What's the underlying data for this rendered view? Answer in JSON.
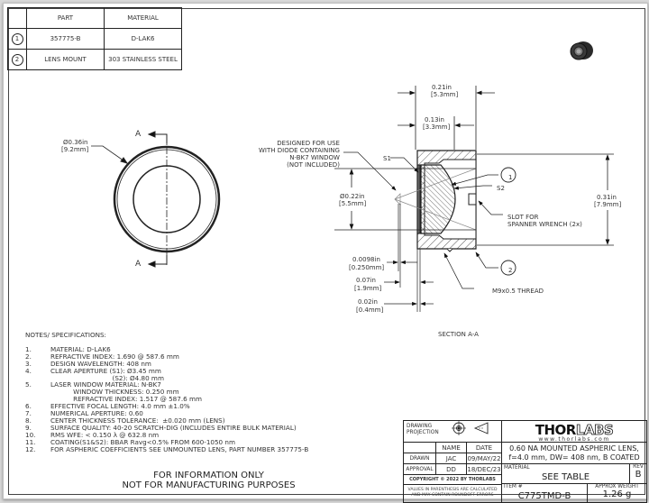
{
  "parts_table": {
    "headers": [
      "",
      "PART",
      "MATERIAL"
    ],
    "rows": [
      {
        "item": "1",
        "part": "357775-B",
        "material": "D-LAK6"
      },
      {
        "item": "2",
        "part": "LENS MOUNT",
        "material": "303 STAINLESS STEEL"
      }
    ]
  },
  "front_view": {
    "diameter_in": "Ø0.36in",
    "diameter_mm": "[9.2mm]",
    "section_label_top": "A",
    "section_label_bottom": "A"
  },
  "section_view": {
    "title": "SECTION A-A",
    "dim_overall_length_in": "0.21in",
    "dim_overall_length_mm": "[5.3mm]",
    "dim_inner_length_in": "0.13in",
    "dim_inner_length_mm": "[3.3mm]",
    "dim_aperture_in": "Ø0.22in",
    "dim_aperture_mm": "[5.5mm]",
    "dim_height_in": "0.31in",
    "dim_height_mm": "[7.9mm]",
    "dim_window_in": "0.0098in",
    "dim_window_mm": "[0.250mm]",
    "dim_distance_in": "0.07in",
    "dim_distance_mm": "[1.9mm]",
    "dim_lip_in": "0.02in",
    "dim_lip_mm": "[0.4mm]",
    "callout_diode": "DESIGNED FOR USE\nWITH DIODE CONTAINING\nN-BK7 WINDOW\n(NOT INCLUDED)",
    "label_s1": "S1",
    "label_s2": "S2",
    "balloon_1": "1",
    "balloon_2": "2",
    "callout_slot": "SLOT FOR\nSPANNER WRENCH (2x)",
    "callout_thread": "M9x0.5 THREAD"
  },
  "notes": {
    "title": "NOTES/ SPECIFICATIONS:",
    "items": [
      {
        "num": "1.",
        "text": "MATERIAL: D-LAK6"
      },
      {
        "num": "2.",
        "text": "REFRACTIVE INDEX: 1.690 @ 587.6 mm"
      },
      {
        "num": "3.",
        "text": "DESIGN WAVELENGTH: 408 nm"
      },
      {
        "num": "4.",
        "text": "CLEAR APERTURE (S1): Ø3.45 mm"
      },
      {
        "num": "",
        "text": "                              (S2): Ø4.80 mm"
      },
      {
        "num": "5.",
        "text": "LASER WINDOW MATERIAL: N-BK7"
      },
      {
        "num": "",
        "text": "           WINDOW THICKNESS: 0.250 mm"
      },
      {
        "num": "",
        "text": "           REFRACTIVE INDEX: 1.517 @ 587.6 mm"
      },
      {
        "num": "6.",
        "text": "EFFECTIVE FOCAL LENGTH: 4.0 mm ±1.0%"
      },
      {
        "num": "7.",
        "text": "NUMERICAL APERTURE: 0.60"
      },
      {
        "num": "8.",
        "text": "CENTER THICKNESS TOLERANCE:  ±0.020 mm (LENS)"
      },
      {
        "num": "9.",
        "text": "SURFACE QUALITY: 40-20 SCRATCH-DIG (INCLUDES ENTIRE BULK MATERIAL)"
      },
      {
        "num": "10.",
        "text": "RMS WFE: < 0.150 λ @ 632.8 nm"
      },
      {
        "num": "11.",
        "text": "COATING(S1&S2): BBAR Ravg<0.5% FROM 600-1050 nm"
      },
      {
        "num": "12.",
        "text": "FOR ASPHERIC COEFFICIENTS SEE UNMOUNTED LENS, PART NUMBER 357775-B"
      }
    ]
  },
  "disclaimer": {
    "line1": "FOR INFORMATION ONLY",
    "line2": "NOT FOR MANUFACTURING PURPOSES"
  },
  "title_block": {
    "drawing_projection": "DRAWING\nPROJECTION",
    "name_header": "NAME",
    "date_header": "DATE",
    "drawn_label": "DRAWN",
    "drawn_name": "JAC",
    "drawn_date": "09/MAY/22",
    "approval_label": "APPROVAL",
    "approval_name": "DD",
    "approval_date": "18/DEC/23",
    "copyright": "COPYRIGHT © 2022 BY THORLABS",
    "values_note": "VALUES IN PARENTHESIS ARE CALCULATED\nAND MAY CONTAIN ROUNDOFF ERRORS",
    "logo_bold": "THOR",
    "logo_outline": "LABS",
    "website": "www.thorlabs.com",
    "description": "0.60 NA MOUNTED ASPHERIC LENS,\nf=4.0 mm, DW= 408 nm, B COATED",
    "material_label": "MATERIAL",
    "material_value": "SEE TABLE",
    "rev_label": "REV",
    "rev_value": "B",
    "item_label": "ITEM #",
    "item_value": "C775TMD-B",
    "weight_label": "APPROX WEIGHT",
    "weight_value": "1.26 g"
  }
}
